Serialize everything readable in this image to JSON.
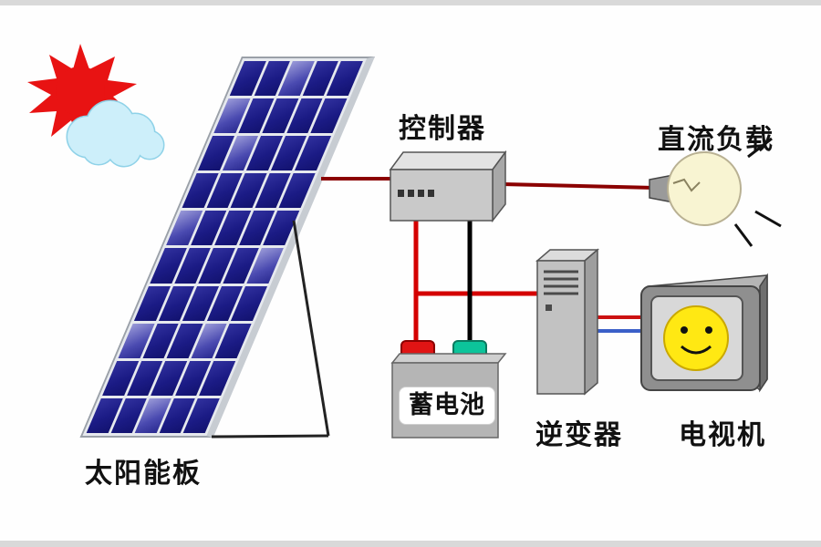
{
  "labels": {
    "solar_panel": "太阳能板",
    "controller": "控制器",
    "dc_load": "直流负载",
    "battery": "蓄电池",
    "inverter": "逆变器",
    "tv": "电视机"
  },
  "colors": {
    "panel_cell_blue": "#1d1d87",
    "wire_dark_red": "#8b0000",
    "wire_red": "#d40000",
    "wire_black": "#000000",
    "wire_blue": "#3a5fc8",
    "terminal_positive_red": "#e01414",
    "terminal_negative_teal": "#0cc49a",
    "sun_red": "#e81313",
    "cloud_blue": "#cdeffa",
    "bulb_yellow": "#f8f4d2",
    "smiley_yellow": "#ffe813",
    "device_gray": "#c6c6c6"
  },
  "connections": [
    {
      "from": "solar_panel",
      "to": "controller",
      "wire": "dark-red"
    },
    {
      "from": "controller",
      "to": "dc_load",
      "wire": "dark-red"
    },
    {
      "from": "controller",
      "to": "battery_positive",
      "wire": "red"
    },
    {
      "from": "controller",
      "to": "battery_negative",
      "wire": "black"
    },
    {
      "from": "battery",
      "to": "inverter",
      "wire": "red"
    },
    {
      "from": "inverter",
      "to": "tv",
      "wire": "red"
    },
    {
      "from": "inverter",
      "to": "tv",
      "wire": "blue"
    }
  ]
}
